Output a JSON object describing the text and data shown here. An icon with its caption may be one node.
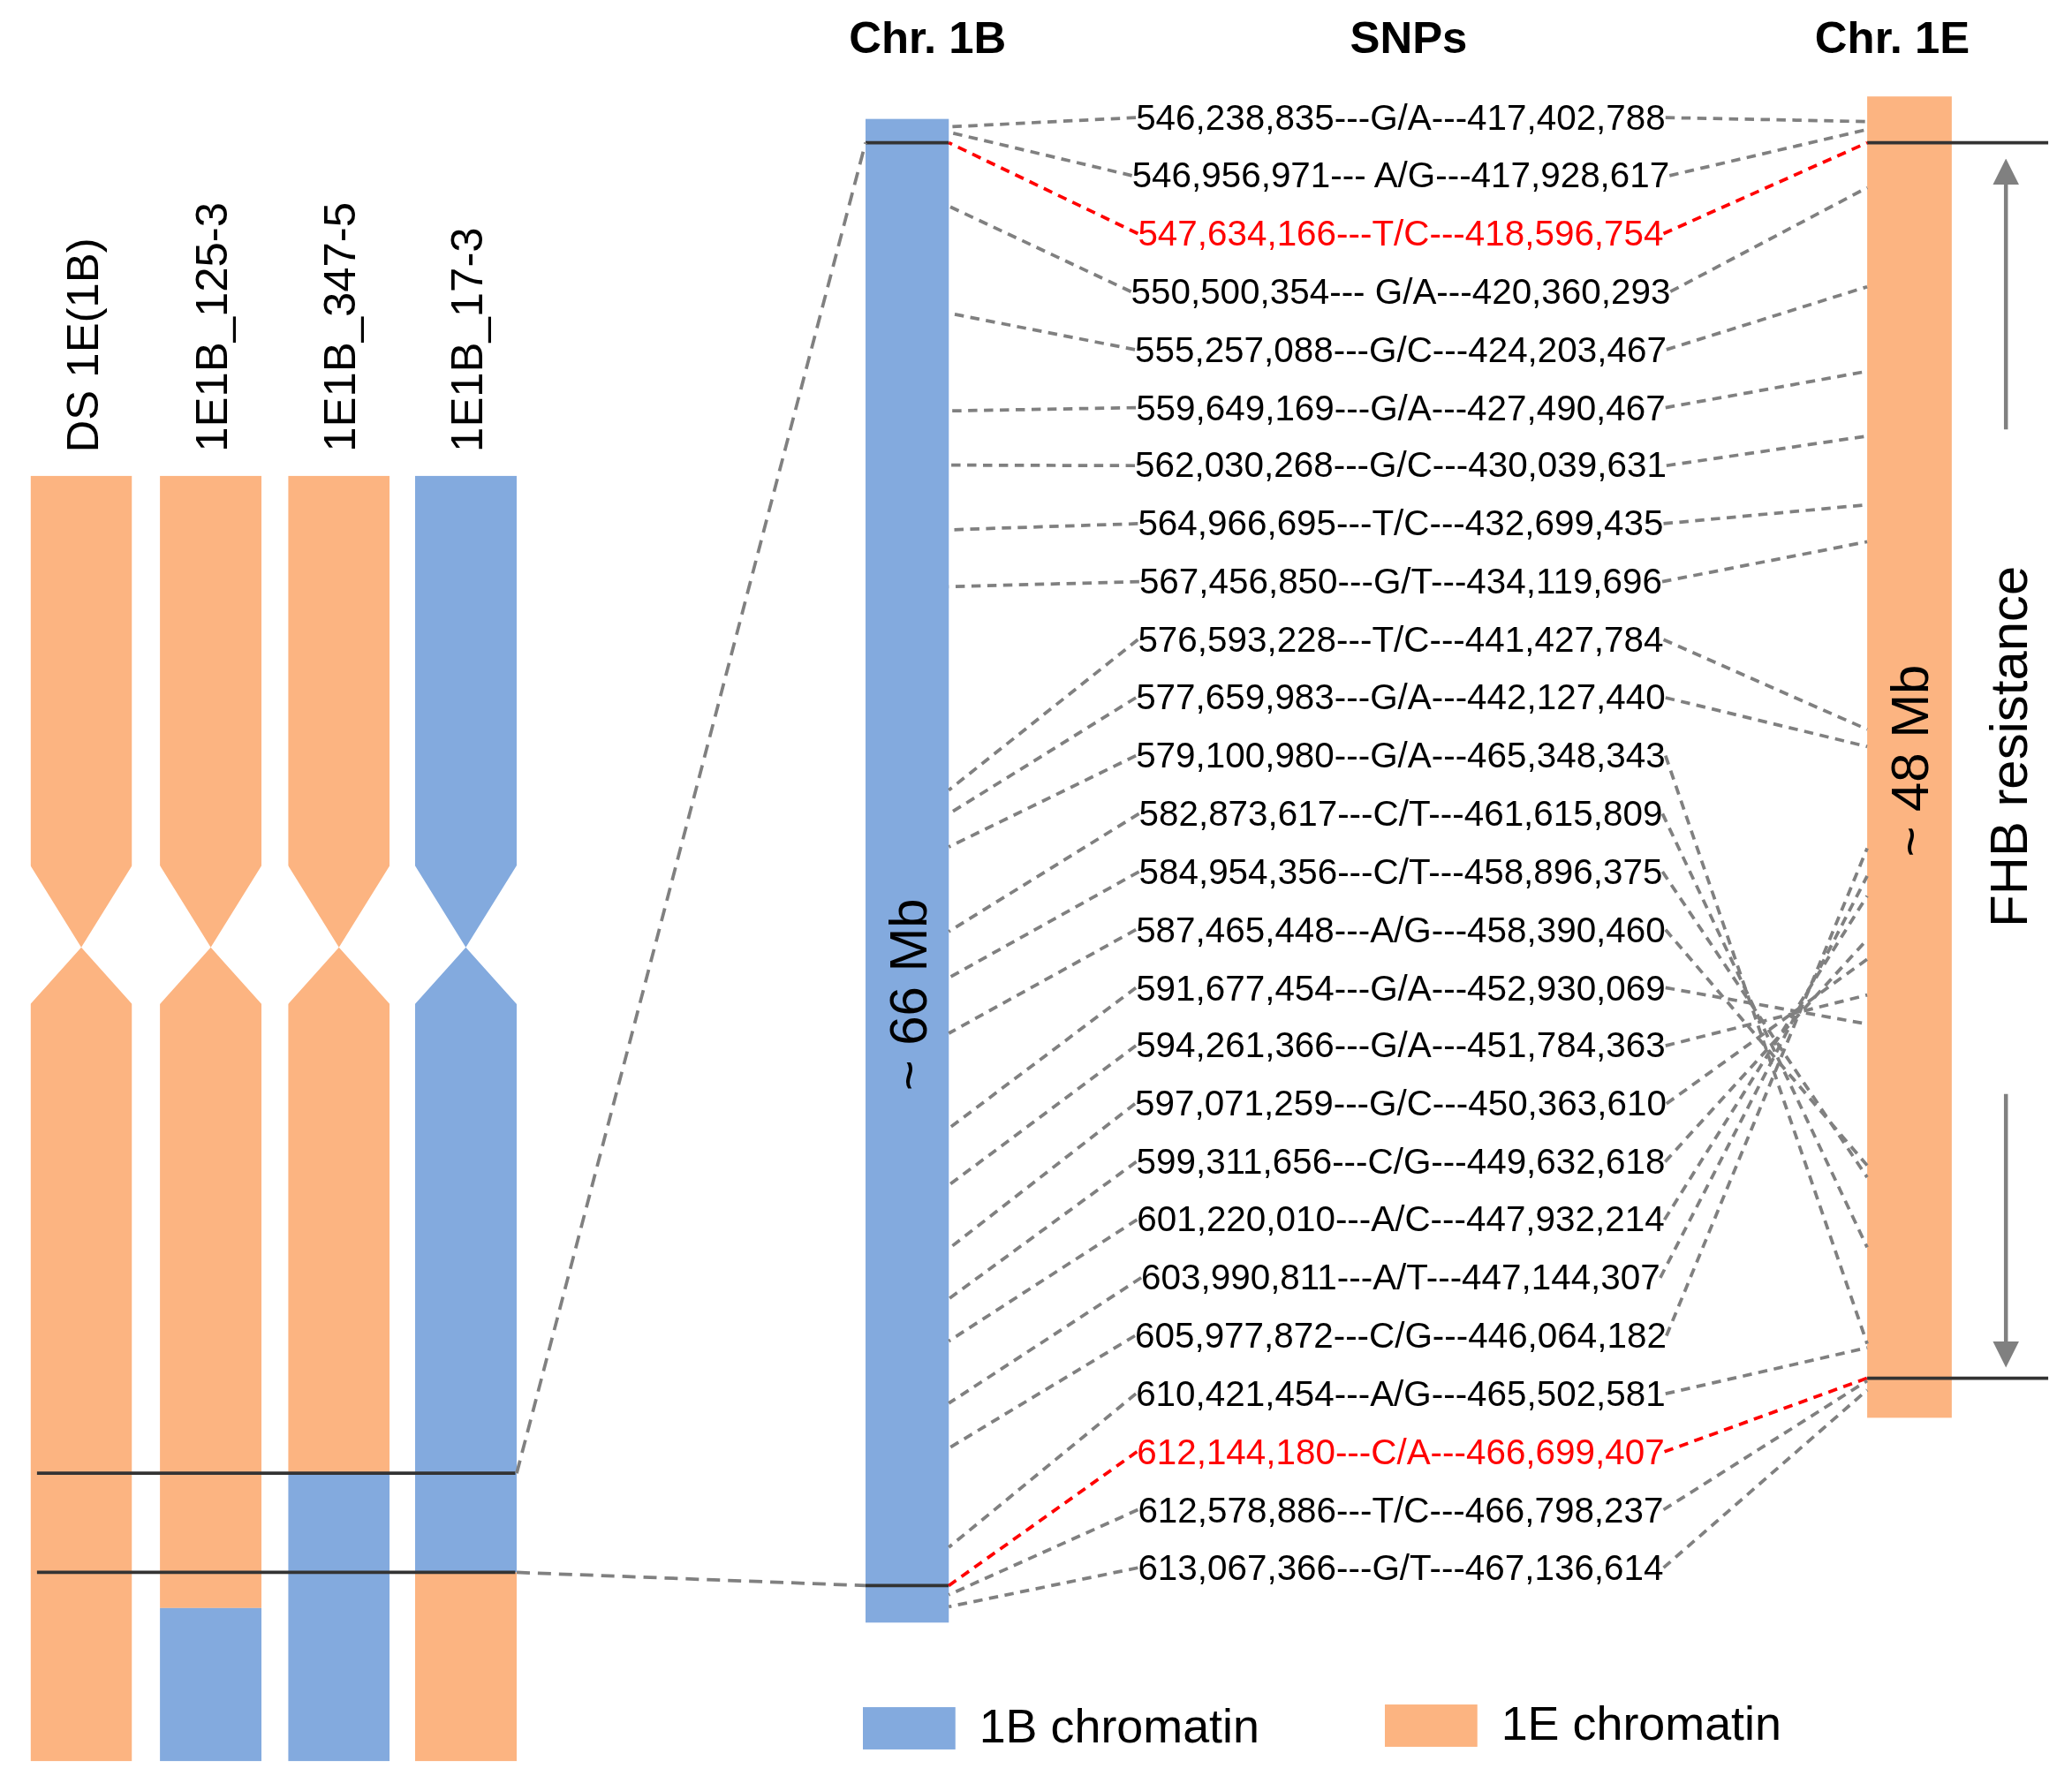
{
  "diagram": {
    "nodes": [
      {
        "text": [
          "DS 1E(1B)"
        ]
      },
      {
        "text": [
          "1E1B_125-3"
        ]
      },
      {
        "text": [
          "1E1B_347-5"
        ]
      },
      {
        "text": [
          "1E1B_17-3"
        ]
      },
      {
        "text": [
          "~ 66 Mb"
        ]
      },
      {
        "text": [
          "546,238,835---G/A---417,402,788"
        ]
      },
      {
        "text": [
          "546,956,971--- A/G---417,928,617"
        ]
      },
      {
        "text": [
          "547,634,166---T/C---418,596,754"
        ]
      },
      {
        "text": [
          "550,500,354--- G/A---420,360,293"
        ]
      },
      {
        "text": [
          "555,257,088---G/C---424,203,467"
        ]
      },
      {
        "text": [
          "559,649,169---G/A---427,490,467"
        ]
      },
      {
        "text": [
          "562,030,268---G/C---430,039,631"
        ]
      },
      {
        "text": [
          "564,966,695---T/C---432,699,435"
        ]
      },
      {
        "text": [
          "567,456,850---G/T---434,119,696"
        ]
      },
      {
        "text": [
          "576,593,228---T/C---441,427,784"
        ]
      },
      {
        "text": [
          "577,659,983---G/A---442,127,440"
        ]
      },
      {
        "text": [
          "579,100,980---G/A---465,348,343"
        ]
      },
      {
        "text": [
          "582,873,617---C/T---461,615,809"
        ]
      },
      {
        "text": [
          "584,954,356---C/T---458,896,375"
        ]
      },
      {
        "text": [
          "587,465,448---A/G---458,390,460"
        ]
      },
      {
        "text": [
          "591,677,454---G/A---452,930,069"
        ]
      },
      {
        "text": [
          "594,261,366---G/A---451,784,363"
        ]
      },
      {
        "text": [
          "597,071,259---G/C---450,363,610"
        ]
      },
      {
        "text": [
          "599,311,656---C/G---449,632,618"
        ]
      },
      {
        "text": [
          "601,220,010---A/C---447,932,214"
        ]
      },
      {
        "text": [
          "603,990,811---A/T---447,144,307"
        ]
      },
      {
        "text": [
          "605,977,872---C/G---446,064,182"
        ]
      },
      {
        "text": [
          "610,421,454---A/G---465,502,581"
        ]
      },
      {
        "text": [
          "612,144,180---C/A---466,699,407"
        ]
      },
      {
        "text": [
          "612,578,886---T/C---466,798,237"
        ]
      },
      {
        "text": [
          "613,067,366---G/T---467,136,614"
        ]
      },
      {
        "text": [
          "~ 48 Mb"
        ]
      }
    ],
    "edges": [
      {
        "from": 3,
        "to": 4,
        "arrow": "none",
        "style": "dashed"
      },
      {
        "from": 3,
        "to": 4,
        "arrow": "none",
        "style": "dashed"
      },
      {
        "from": 5,
        "to": 4,
        "arrow": "none",
        "style": "dashed"
      },
      {
        "from": 5,
        "to": 31,
        "arrow": "none",
        "style": "dashed"
      },
      {
        "from": 6,
        "to": 4,
        "arrow": "none",
        "style": "dashed"
      },
      {
        "from": 6,
        "to": 31,
        "arrow": "none",
        "style": "dashed"
      },
      {
        "from": 7,
        "to": 4,
        "arrow": "none",
        "style": "dashed",
        "color": "#ff0000"
      },
      {
        "from": 7,
        "to": 31,
        "arrow": "none",
        "style": "dashed",
        "color": "#ff0000"
      },
      {
        "from": 8,
        "to": 4,
        "arrow": "none",
        "style": "dashed"
      },
      {
        "from": 8,
        "to": 31,
        "arrow": "none",
        "style": "dashed"
      },
      {
        "from": 9,
        "to": 4,
        "arrow": "none",
        "style": "dashed"
      },
      {
        "from": 9,
        "to": 31,
        "arrow": "none",
        "style": "dashed"
      },
      {
        "from": 10,
        "to": 4,
        "arrow": "none",
        "style": "dashed"
      },
      {
        "from": 10,
        "to": 31,
        "arrow": "none",
        "style": "dashed"
      },
      {
        "from": 11,
        "to": 4,
        "arrow": "none",
        "style": "dashed"
      },
      {
        "from": 11,
        "to": 31,
        "arrow": "none",
        "style": "dashed"
      },
      {
        "from": 12,
        "to": 4,
        "arrow": "none",
        "style": "dashed"
      },
      {
        "from": 12,
        "to": 31,
        "arrow": "none",
        "style": "dashed"
      },
      {
        "from": 13,
        "to": 4,
        "arrow": "none",
        "style": "dashed"
      },
      {
        "from": 13,
        "to": 31,
        "arrow": "none",
        "style": "dashed"
      },
      {
        "from": 14,
        "to": 4,
        "arrow": "none",
        "style": "dashed"
      },
      {
        "from": 14,
        "to": 31,
        "arrow": "none",
        "style": "dashed"
      },
      {
        "from": 15,
        "to": 4,
        "arrow": "none",
        "style": "dashed"
      },
      {
        "from": 15,
        "to": 31,
        "arrow": "none",
        "style": "dashed"
      },
      {
        "from": 16,
        "to": 4,
        "arrow": "none",
        "style": "dashed"
      },
      {
        "from": 16,
        "to": 31,
        "arrow": "none",
        "style": "dashed"
      },
      {
        "from": 17,
        "to": 4,
        "arrow": "none",
        "style": "dashed"
      },
      {
        "from": 17,
        "to": 31,
        "arrow": "none",
        "style": "dashed"
      },
      {
        "from": 18,
        "to": 4,
        "arrow": "none",
        "style": "dashed"
      },
      {
        "from": 18,
        "to": 31,
        "arrow": "none",
        "style": "dashed"
      },
      {
        "from": 19,
        "to": 4,
        "arrow": "none",
        "style": "dashed"
      },
      {
        "from": 19,
        "to": 31,
        "arrow": "none",
        "style": "dashed"
      },
      {
        "from": 20,
        "to": 4,
        "arrow": "none",
        "style": "dashed"
      },
      {
        "from": 20,
        "to": 31,
        "arrow": "none",
        "style": "dashed"
      },
      {
        "from": 21,
        "to": 4,
        "arrow": "none",
        "style": "dashed"
      },
      {
        "from": 21,
        "to": 31,
        "arrow": "none",
        "style": "dashed"
      },
      {
        "from": 22,
        "to": 4,
        "arrow": "none",
        "style": "dashed"
      },
      {
        "from": 22,
        "to": 31,
        "arrow": "none",
        "style": "dashed"
      },
      {
        "from": 23,
        "to": 4,
        "arrow": "none",
        "style": "dashed"
      },
      {
        "from": 23,
        "to": 31,
        "arrow": "none",
        "style": "dashed"
      },
      {
        "from": 24,
        "to": 4,
        "arrow": "none",
        "style": "dashed"
      },
      {
        "from": 24,
        "to": 31,
        "arrow": "none",
        "style": "dashed"
      },
      {
        "from": 25,
        "to": 4,
        "arrow": "none",
        "style": "dashed"
      },
      {
        "from": 25,
        "to": 31,
        "arrow": "none",
        "style": "dashed"
      },
      {
        "from": 26,
        "to": 4,
        "arrow": "none",
        "style": "dashed"
      },
      {
        "from": 26,
        "to": 31,
        "arrow": "none",
        "style": "dashed"
      },
      {
        "from": 27,
        "to": 4,
        "arrow": "none",
        "style": "dashed"
      },
      {
        "from": 27,
        "to": 31,
        "arrow": "none",
        "style": "dashed"
      },
      {
        "from": 28,
        "to": 4,
        "arrow": "none",
        "style": "dashed",
        "color": "#ff0000"
      },
      {
        "from": 28,
        "to": 31,
        "arrow": "none",
        "style": "dashed",
        "color": "#ff0000"
      },
      {
        "from": 29,
        "to": 4,
        "arrow": "none",
        "style": "dashed"
      },
      {
        "from": 29,
        "to": 31,
        "arrow": "none",
        "style": "dashed"
      },
      {
        "from": 30,
        "to": 4,
        "arrow": "none",
        "style": "dashed"
      },
      {
        "from": 30,
        "to": 31,
        "arrow": "none",
        "style": "dashed"
      }
    ],
    "labels": [
      "Chr. 1B",
      "SNPs",
      "Chr. 1E",
      "FHB resistance"
    ],
    "legend": [
      {
        "text": "1B chromatin",
        "color": "#83aade"
      },
      {
        "text": "1E chromatin",
        "color": "#fcb481"
      }
    ]
  }
}
